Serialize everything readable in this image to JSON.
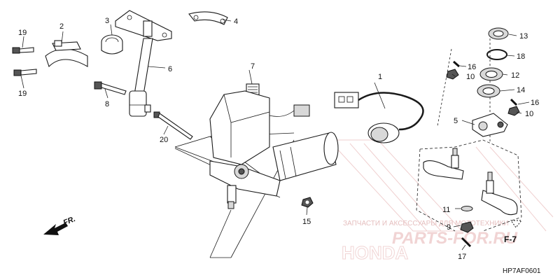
{
  "diagram_code": "HP7AF0601",
  "fr_label": "FR.",
  "ref_label": "F-7",
  "watermark": {
    "line1": "ЗАПЧАСТИ И АКСЕССУАРЫ ДЛЯ МОТОТЕХНИКИ",
    "site": "PARTS-FOR.RU",
    "brand": "HONDA"
  },
  "callouts": [
    "1",
    "2",
    "3",
    "4",
    "5",
    "6",
    "7",
    "8",
    "9",
    "10",
    "10",
    "11",
    "12",
    "13",
    "14",
    "15",
    "16",
    "16",
    "17",
    "18",
    "19",
    "19",
    "20"
  ],
  "colors": {
    "line": "#1a1a1a",
    "watermark_red": "#e8b8b8",
    "watermark_text": "#d08a8a"
  }
}
